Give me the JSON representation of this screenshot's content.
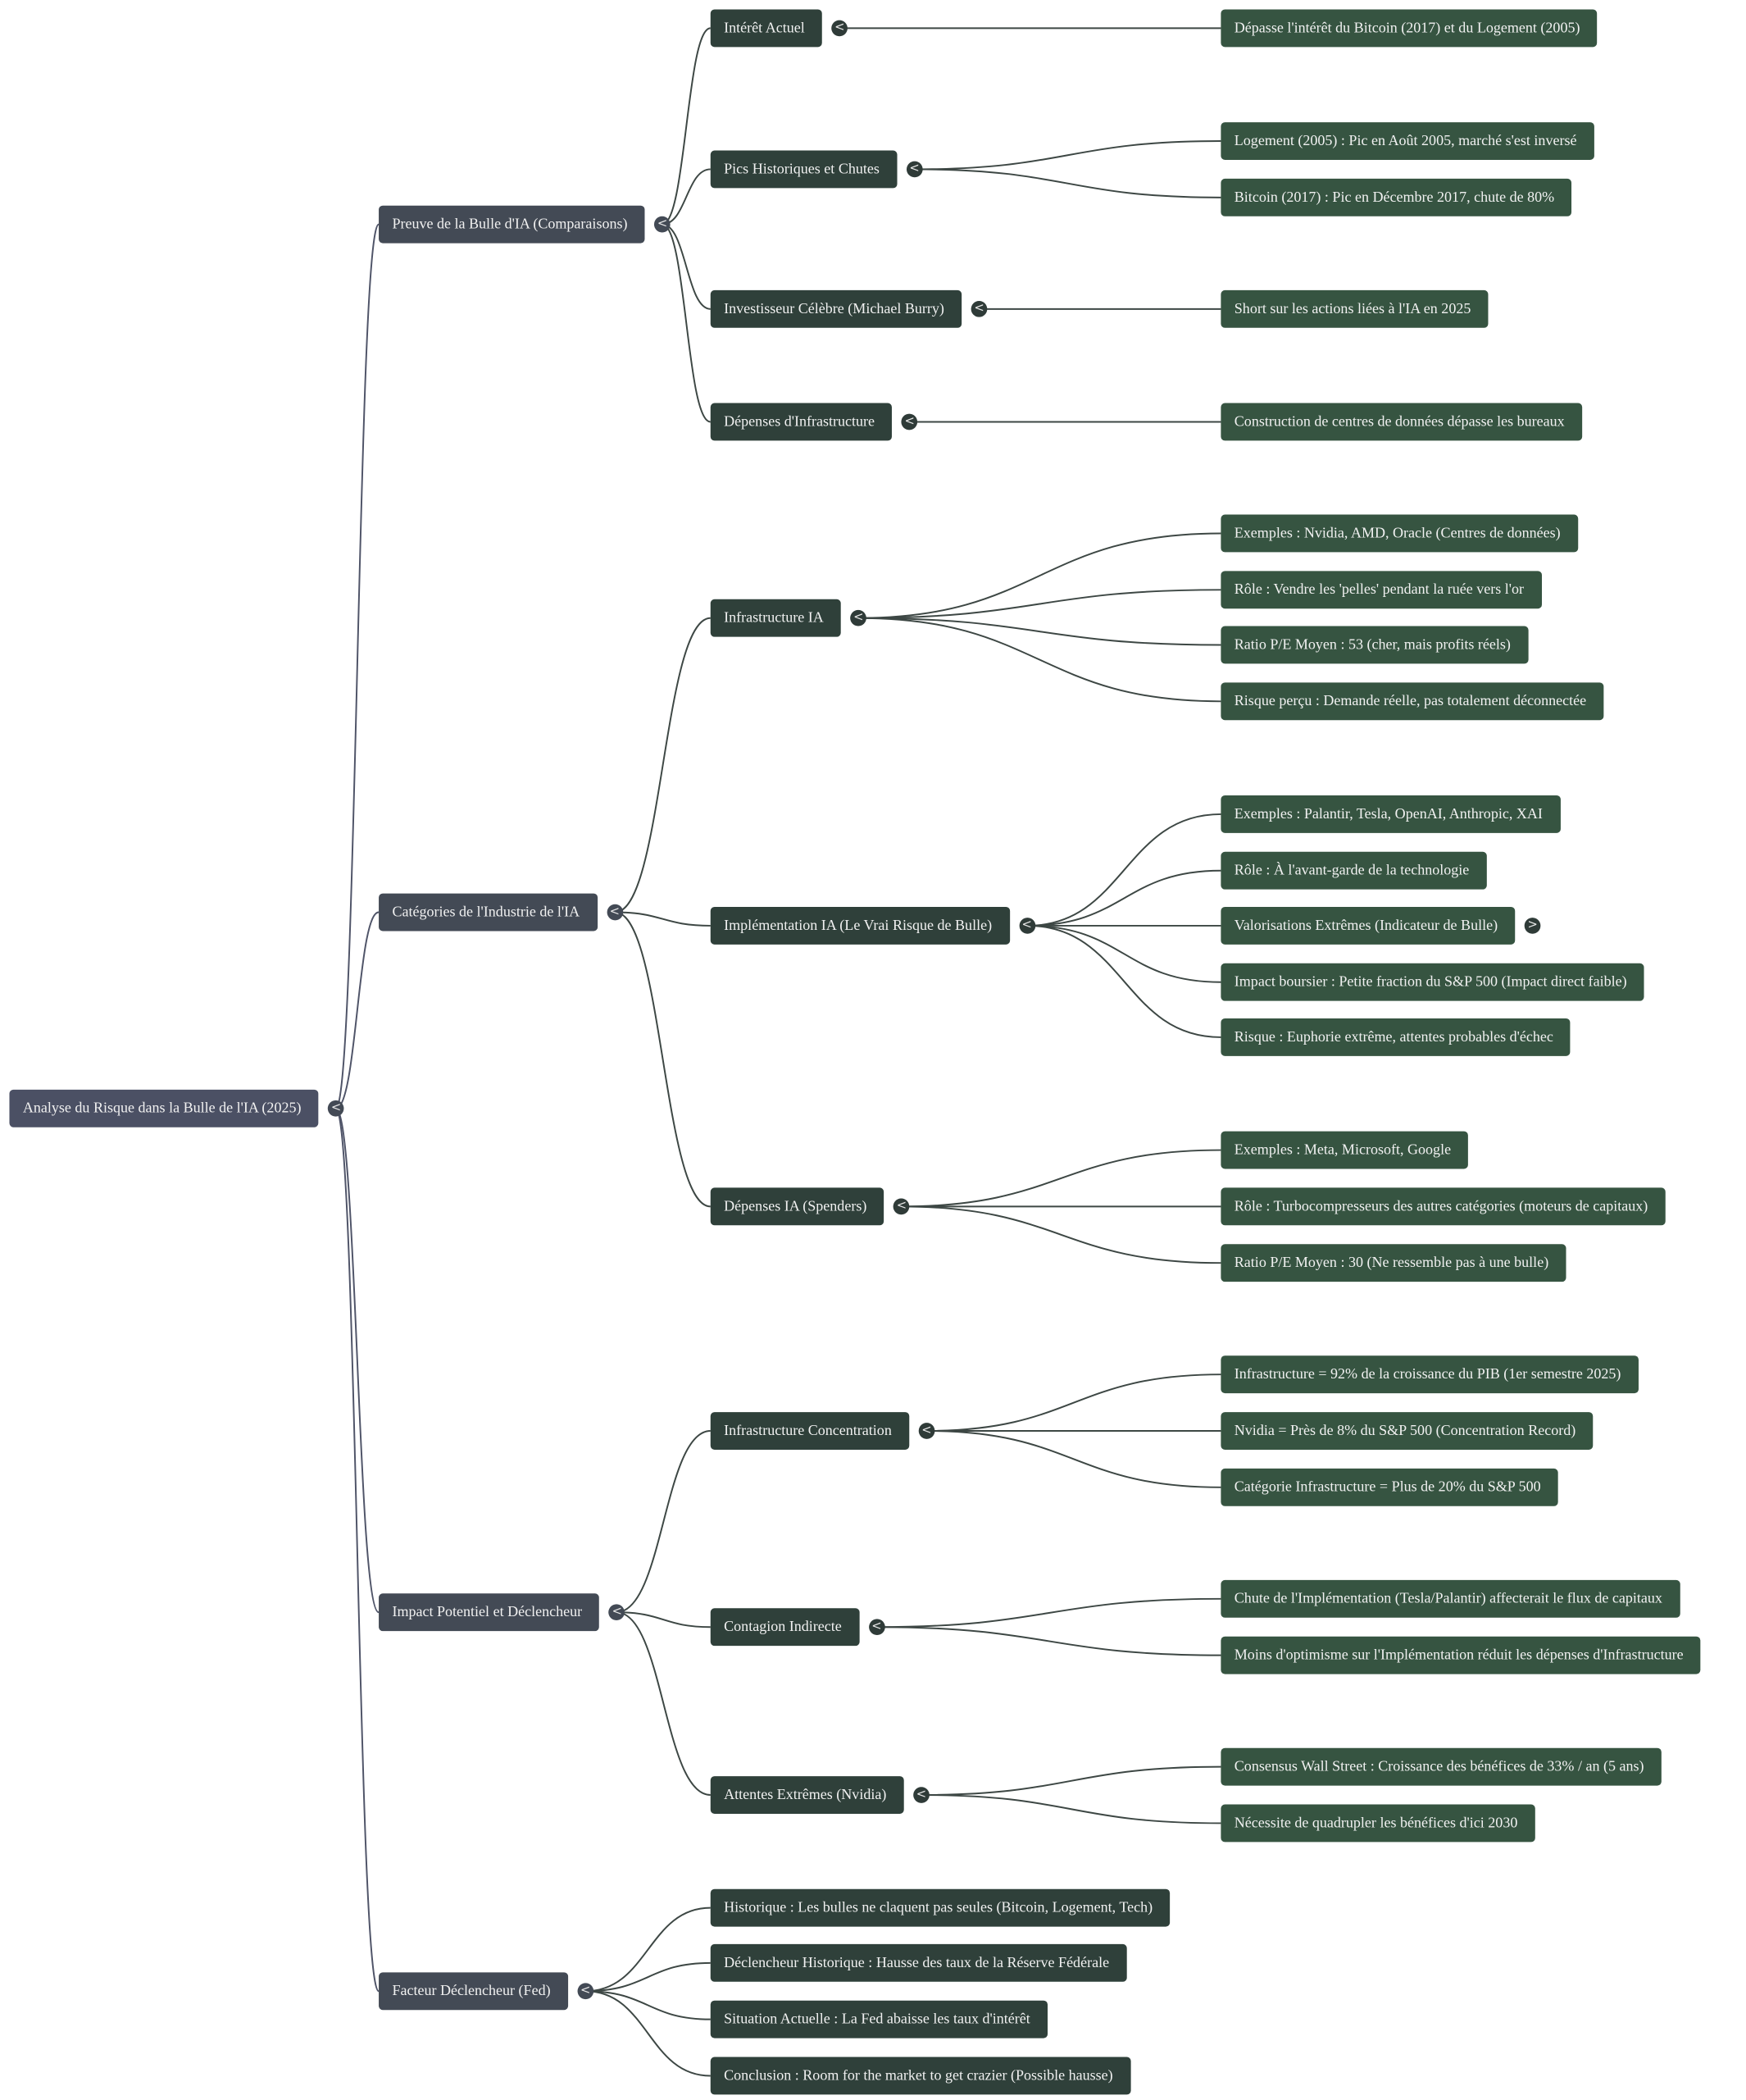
{
  "root": {
    "label": "Analyse du Risque dans la Bulle de l'IA (2025)",
    "toggle": "<"
  },
  "branches": [
    {
      "label": "Preuve de la Bulle d'IA (Comparaisons)",
      "toggle": "<",
      "children": [
        {
          "label": "Intérêt Actuel",
          "toggle": "<",
          "children": [
            "Dépasse l'intérêt du Bitcoin (2017) et du Logement (2005)"
          ]
        },
        {
          "label": "Pics Historiques et Chutes",
          "toggle": "<",
          "children": [
            "Logement (2005) : Pic en Août 2005, marché s'est inversé",
            "Bitcoin (2017) : Pic en Décembre 2017, chute de 80%"
          ]
        },
        {
          "label": "Investisseur Célèbre (Michael Burry)",
          "toggle": "<",
          "children": [
            "Short sur les actions liées à l'IA en 2025"
          ]
        },
        {
          "label": "Dépenses d'Infrastructure",
          "toggle": "<",
          "children": [
            "Construction de centres de données dépasse les bureaux"
          ]
        }
      ]
    },
    {
      "label": "Catégories de l'Industrie de l'IA",
      "toggle": "<",
      "children": [
        {
          "label": "Infrastructure IA",
          "toggle": "<",
          "children": [
            "Exemples : Nvidia, AMD, Oracle (Centres de données)",
            "Rôle : Vendre les 'pelles' pendant la ruée vers l'or",
            "Ratio P/E Moyen : 53 (cher, mais profits réels)",
            "Risque perçu : Demande réelle, pas totalement déconnectée"
          ]
        },
        {
          "label": "Implémentation IA (Le Vrai Risque de Bulle)",
          "toggle": "<",
          "children": [
            "Exemples : Palantir, Tesla, OpenAI, Anthropic, XAI",
            "Rôle : À l'avant-garde de la technologie",
            "Valorisations Extrêmes (Indicateur de Bulle)",
            "Impact boursier : Petite fraction du S&P 500 (Impact direct faible)",
            "Risque : Euphorie extrême, attentes probables d'échec"
          ],
          "collapsed_toggle": ">"
        },
        {
          "label": "Dépenses IA (Spenders)",
          "toggle": "<",
          "children": [
            "Exemples : Meta, Microsoft, Google",
            "Rôle : Turbocompresseurs des autres catégories (moteurs de capitaux)",
            "Ratio P/E Moyen : 30 (Ne ressemble pas à une bulle)"
          ]
        }
      ]
    },
    {
      "label": "Impact Potentiel et Déclencheur",
      "toggle": "<",
      "children": [
        {
          "label": "Infrastructure Concentration",
          "toggle": "<",
          "children": [
            "Infrastructure = 92% de la croissance du PIB (1er semestre 2025)",
            "Nvidia = Près de 8% du S&P 500 (Concentration Record)",
            "Catégorie Infrastructure = Plus de 20% du S&P 500"
          ]
        },
        {
          "label": "Contagion Indirecte",
          "toggle": "<",
          "children": [
            "Chute de l'Implémentation (Tesla/Palantir) affecterait le flux de capitaux",
            "Moins d'optimisme sur l'Implémentation réduit les dépenses d'Infrastructure"
          ]
        },
        {
          "label": "Attentes Extrêmes (Nvidia)",
          "toggle": "<",
          "children": [
            "Consensus Wall Street : Croissance des bénéfices de 33% / an (5 ans)",
            "Nécessite de quadrupler les bénéfices d'ici 2030"
          ]
        }
      ]
    },
    {
      "label": "Facteur Déclencheur (Fed)",
      "toggle": "<",
      "children": [
        {
          "label": "Historique : Les bulles ne claquent pas seules (Bitcoin, Logement, Tech)"
        },
        {
          "label": "Déclencheur Historique : Hausse des taux de la Réserve Fédérale"
        },
        {
          "label": "Situation Actuelle : La Fed abaisse les taux d'intérêt"
        },
        {
          "label": "Conclusion : Room for the market to get crazier (Possible hausse)"
        }
      ]
    }
  ],
  "colors": {
    "root": "#4b5064",
    "level1": "#434a55",
    "level2": "#2f403a",
    "level3": "#365441",
    "edge": "#3d4744"
  }
}
